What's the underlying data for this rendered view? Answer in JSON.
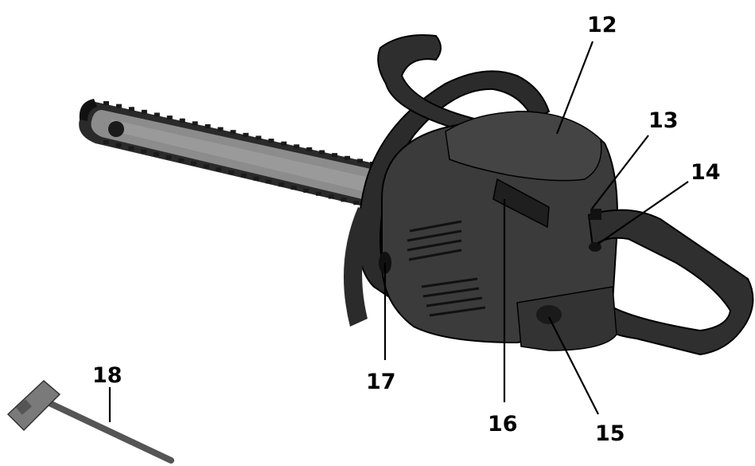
{
  "figure": {
    "subject": "chainsaw parts diagram",
    "callouts": [
      {
        "number": "12",
        "part": "top cover"
      },
      {
        "number": "13",
        "part": "control switch"
      },
      {
        "number": "14",
        "part": "throttle lockout"
      },
      {
        "number": "15",
        "part": "rear handle oil/fuel cap"
      },
      {
        "number": "16",
        "part": "chain brake lever"
      },
      {
        "number": "17",
        "part": "front handle control"
      },
      {
        "number": "18",
        "part": "combination wrench"
      }
    ]
  },
  "colors": {
    "body": "#3a3a3a",
    "body_dark": "#1f1f1f",
    "bar": "#8a8a8a",
    "chain": "#2a2a2a",
    "outline": "#000000",
    "background": "#ffffff"
  }
}
